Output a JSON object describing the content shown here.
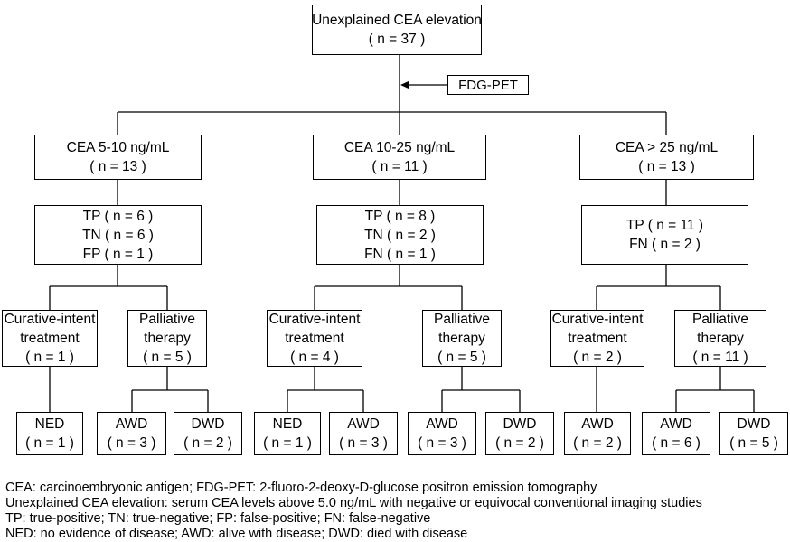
{
  "root": {
    "title": "Unexplained CEA elevation",
    "n": "( n = 37 )"
  },
  "fdg_pet": "FDG-PET",
  "groups": [
    {
      "header": {
        "line1": "CEA 5-10 ng/mL",
        "line2": "( n = 13 )"
      },
      "results": [
        "TP ( n = 6 )",
        "TN ( n = 6 )",
        "FP ( n = 1 )"
      ],
      "curative": {
        "line1": "Curative-intent",
        "line2": "treatment",
        "line3": "( n = 1 )"
      },
      "palliative": {
        "line1": "Palliative",
        "line2": "therapy",
        "line3": "( n = 5 )"
      },
      "outcomes": [
        {
          "label": "NED",
          "n": "( n = 1 )"
        },
        {
          "label": "AWD",
          "n": "( n = 3 )"
        },
        {
          "label": "DWD",
          "n": "( n = 2 )"
        }
      ]
    },
    {
      "header": {
        "line1": "CEA 10-25 ng/mL",
        "line2": "( n = 11 )"
      },
      "results": [
        "TP ( n = 8 )",
        "TN ( n = 2 )",
        "FN ( n = 1 )"
      ],
      "curative": {
        "line1": "Curative-intent",
        "line2": "treatment",
        "line3": "( n = 4 )"
      },
      "palliative": {
        "line1": "Palliative",
        "line2": "therapy",
        "line3": "( n = 5 )"
      },
      "outcomes": [
        {
          "label": "NED",
          "n": "( n = 1 )"
        },
        {
          "label": "AWD",
          "n": "( n = 3 )"
        },
        {
          "label": "AWD",
          "n": "( n = 3 )"
        },
        {
          "label": "DWD",
          "n": "( n = 2 )"
        }
      ]
    },
    {
      "header": {
        "line1": "CEA > 25 ng/mL",
        "line2": "( n = 13 )"
      },
      "results": [
        "TP ( n = 11 )",
        "FN ( n = 2 )"
      ],
      "curative": {
        "line1": "Curative-intent",
        "line2": "treatment",
        "line3": "( n = 2 )"
      },
      "palliative": {
        "line1": "Palliative",
        "line2": "therapy",
        "line3": "( n = 11 )"
      },
      "outcomes": [
        {
          "label": "AWD",
          "n": "( n = 2 )"
        },
        {
          "label": "AWD",
          "n": "( n = 6 )"
        },
        {
          "label": "DWD",
          "n": "( n = 5 )"
        }
      ]
    }
  ],
  "legend": [
    "CEA: carcinoembryonic antigen; FDG-PET: 2-fluoro-2-deoxy-D-glucose positron emission tomography",
    "Unexplained CEA elevation: serum CEA levels above 5.0 ng/mL with negative or equivocal conventional imaging studies",
    "TP: true-positive; TN: true-negative; FP: false-positive; FN: false-negative",
    "NED: no evidence of disease; AWD: alive with disease; DWD: died with disease"
  ]
}
